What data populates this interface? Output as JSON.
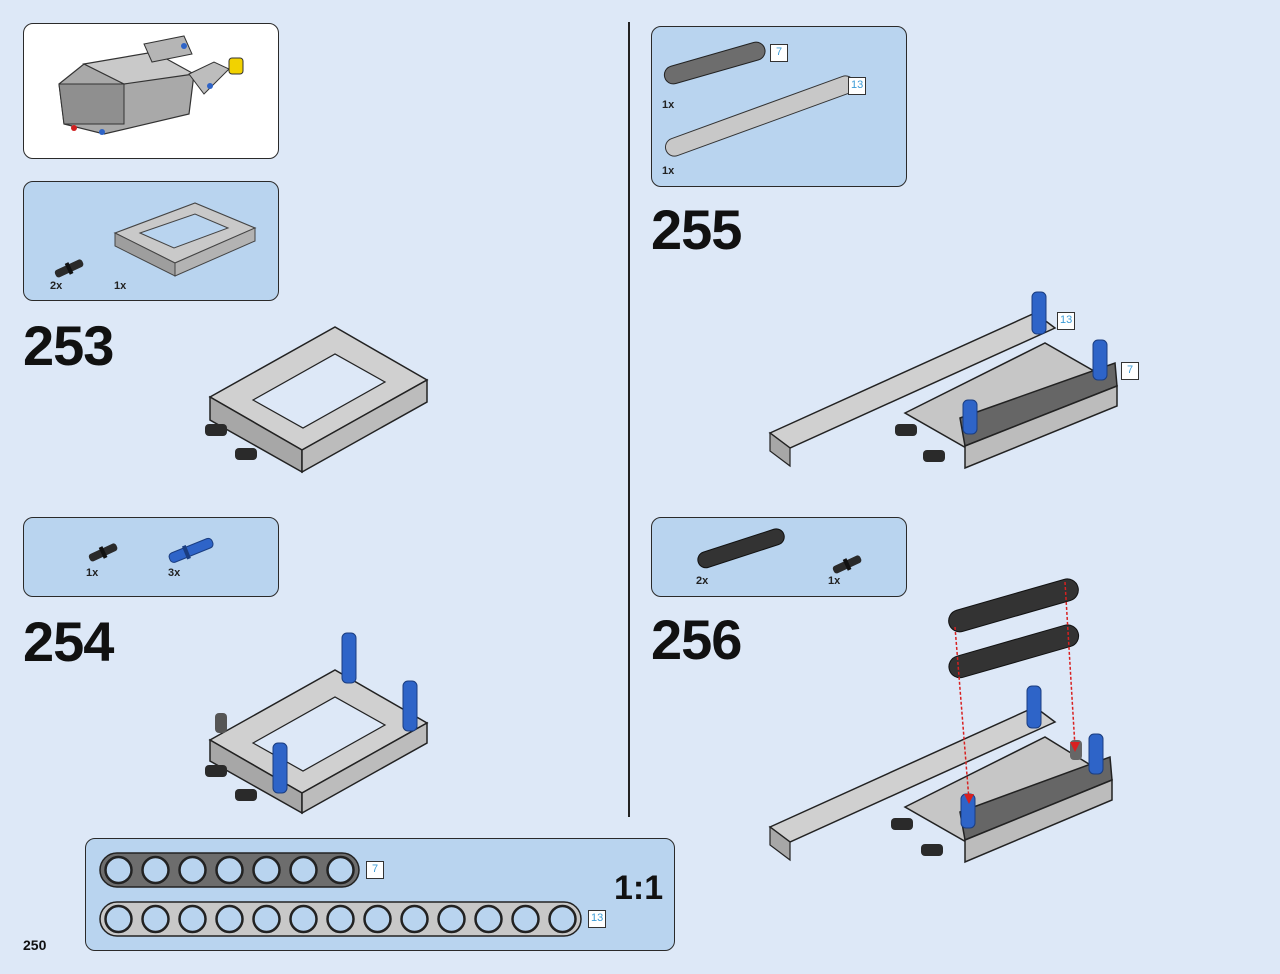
{
  "page": {
    "number": "250"
  },
  "steps": [
    {
      "number": "253",
      "parts": [
        {
          "qty": "2x",
          "part": "black-friction-pin"
        },
        {
          "qty": "1x",
          "part": "gray-frame-5x7"
        }
      ]
    },
    {
      "number": "254",
      "parts": [
        {
          "qty": "1x",
          "part": "black-friction-pin"
        },
        {
          "qty": "3x",
          "part": "blue-long-pin"
        }
      ]
    },
    {
      "number": "255",
      "parts": [
        {
          "qty": "1x",
          "part": "dark-gray-beam-7",
          "length": "7"
        },
        {
          "qty": "1x",
          "part": "light-gray-beam-13",
          "length": "13"
        }
      ],
      "callouts": [
        "13",
        "7"
      ]
    },
    {
      "number": "256",
      "parts": [
        {
          "qty": "2x",
          "part": "black-beam-7"
        },
        {
          "qty": "1x",
          "part": "black-friction-pin"
        }
      ]
    }
  ],
  "scale_guide": {
    "label": "1:1",
    "beams": [
      {
        "length": "7",
        "holes": 7
      },
      {
        "length": "13",
        "holes": 13
      }
    ]
  },
  "colors": {
    "background": "#dde8f7",
    "panel": "#b9d4ef",
    "blue_pin": "#2e64c8",
    "arrow": "#d82020"
  }
}
